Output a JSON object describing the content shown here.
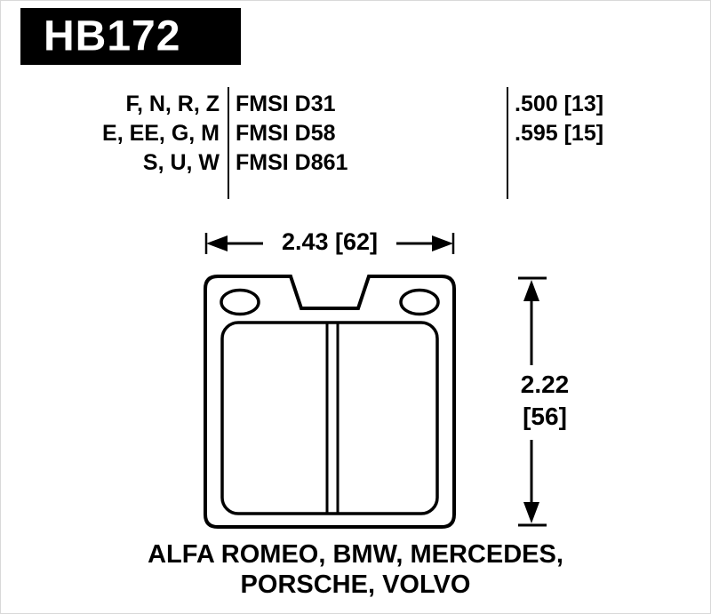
{
  "colors": {
    "background": "#ffffff",
    "ink": "#000000",
    "badge_bg": "#000000",
    "badge_text": "#ffffff"
  },
  "part": {
    "number": "HB172"
  },
  "spec_table": {
    "compound_codes": [
      "F, N, R, Z",
      "E, EE, G, M",
      "S, U, W"
    ],
    "fmsi_numbers": [
      "FMSI D31",
      "FMSI D58",
      "FMSI D861"
    ],
    "thicknesses": [
      ".500 [13]",
      ".595 [15]"
    ]
  },
  "dimensions": {
    "width_label": "2.43 [62]",
    "height_label_in": "2.22",
    "height_label_mm": "[56]"
  },
  "applications": {
    "line1": "ALFA ROMEO, BMW, MERCEDES,",
    "line2": "PORSCHE, VOLVO"
  }
}
